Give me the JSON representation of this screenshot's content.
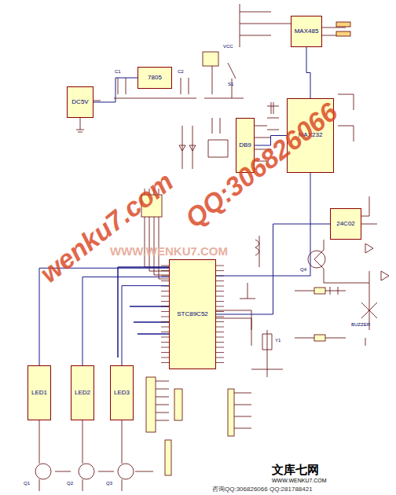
{
  "diagram": {
    "nodes": [
      {
        "text": [
          "7805"
        ]
      },
      {
        "text": [
          "DC5V"
        ]
      },
      {
        "text": [
          "MAX485"
        ]
      },
      {
        "text": [
          "DB9"
        ]
      },
      {
        "text": [
          "MAX232"
        ]
      },
      {
        "text": [
          "STC89C52"
        ]
      },
      {
        "text": [
          "24C02"
        ]
      },
      {
        "text": [
          "LED1"
        ]
      },
      {
        "text": [
          "LED2"
        ]
      },
      {
        "text": [
          "LED3"
        ]
      }
    ],
    "edges": [
      {
        "from": 1,
        "to": 0,
        "arrow": "none"
      },
      {
        "from": 2,
        "to": 4,
        "arrow": "none"
      },
      {
        "from": 3,
        "to": 4,
        "arrow": "none"
      },
      {
        "from": 4,
        "to": 5,
        "arrow": "none"
      },
      {
        "from": 5,
        "to": 6,
        "arrow": "none"
      },
      {
        "from": 5,
        "to": 7,
        "arrow": "none"
      },
      {
        "from": 5,
        "to": 8,
        "arrow": "none"
      },
      {
        "from": 5,
        "to": 9,
        "arrow": "none"
      }
    ],
    "labels": [
      "wenku7.com",
      "QQ:306826066",
      "WWW.WENKU7.COM",
      "文库七网",
      "WWW.WENKU7.COM",
      "咨询QQ:306826066 QQ:281788421",
      "VCC",
      "C1",
      "C2",
      "S1",
      "Y1",
      "Q1",
      "Q2",
      "Q3",
      "Q4",
      "BUZZER"
    ]
  }
}
